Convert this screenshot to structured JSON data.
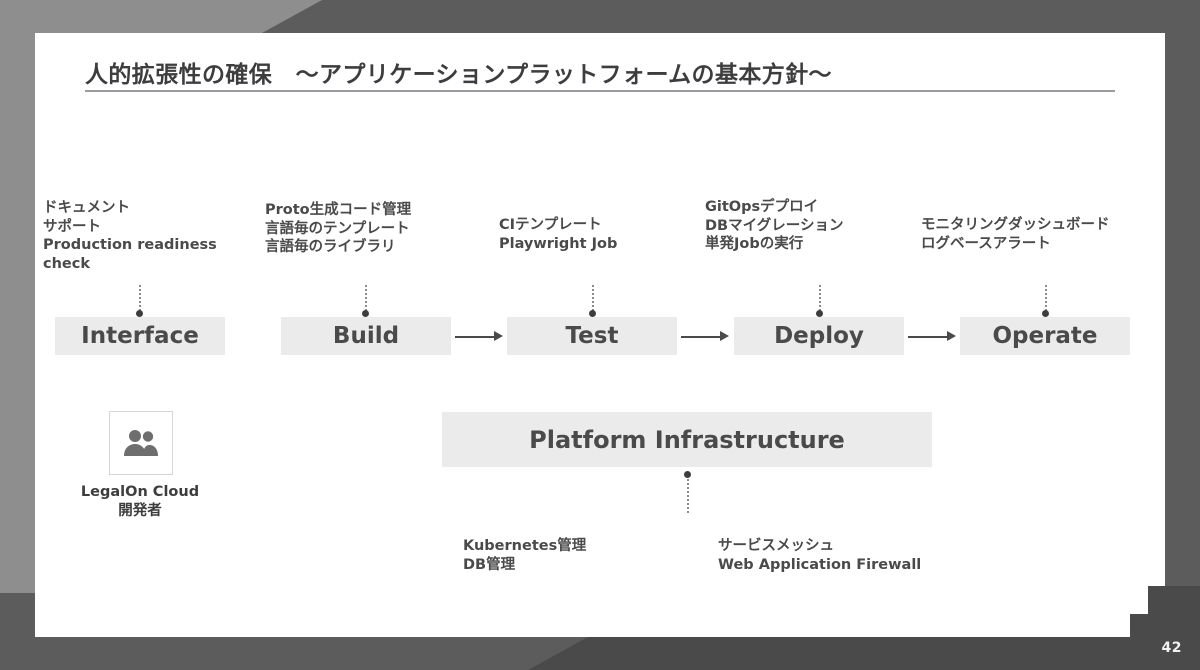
{
  "slide": {
    "title": "人的拡張性の確保　〜アプリケーションプラットフォームの基本方針〜",
    "page_number": "42",
    "colors": {
      "box_fill": "#ebebeb",
      "text_dark": "#4a4a4a",
      "frame_light": "#8e8e8e",
      "frame_dark": "#5c5c5c",
      "rule": "#9a9aa2"
    }
  },
  "pipeline": {
    "stages": [
      {
        "id": "interface",
        "label": "Interface",
        "annotations": [
          "ドキュメント",
          "サポート",
          "Production readiness",
          "check"
        ]
      },
      {
        "id": "build",
        "label": "Build",
        "annotations": [
          "Proto生成コード管理",
          "言語毎のテンプレート",
          "言語毎のライブラリ"
        ]
      },
      {
        "id": "test",
        "label": "Test",
        "annotations": [
          "CIテンプレート",
          "Playwright Job"
        ]
      },
      {
        "id": "deploy",
        "label": "Deploy",
        "annotations": [
          "GitOpsデプロイ",
          "DBマイグレーション",
          "単発Jobの実行"
        ]
      },
      {
        "id": "operate",
        "label": "Operate",
        "annotations": [
          "モニタリングダッシュボード",
          "ログベースアラート"
        ]
      }
    ]
  },
  "persona": {
    "icon": "people-icon",
    "label_line1": "LegalOn Cloud",
    "label_line2": "開発者"
  },
  "platform": {
    "label": "Platform Infrastructure",
    "annotations_left": [
      "Kubernetes管理",
      "DB管理"
    ],
    "annotations_right": [
      "サービスメッシュ",
      "Web Application Firewall"
    ]
  }
}
